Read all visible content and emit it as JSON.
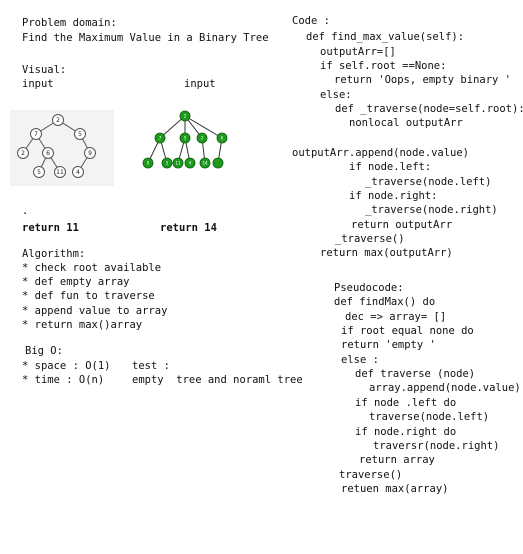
{
  "left": {
    "problem_domain_label": "Problem domain:",
    "problem_title": "Find the Maximum Value in a Binary Tree",
    "visual_label": "Visual:",
    "input_label_1": "input",
    "input_label_2": "input",
    "tree1_nodes": [
      "2",
      "7",
      "5",
      "2",
      "6",
      "9",
      "5",
      "11",
      "4"
    ],
    "tree2_nodes": [
      "2",
      "7",
      "5",
      "2",
      "6",
      "9",
      "5",
      "11",
      "4",
      "14"
    ],
    "dot": ".",
    "return_1": "return 11",
    "return_2": "return 14",
    "algorithm_label": "Algorithm:",
    "algorithm_steps": [
      "* check root available",
      "* def empty array",
      "* def fun to traverse",
      "* append value to array",
      "* return max()array"
    ],
    "bigo_label": "Big O:",
    "space": "* space : O(1)",
    "time": "* time : O(n)",
    "test_label": "test :",
    "test_value": "empty  tree and noraml tree"
  },
  "right": {
    "code_lines": [
      "Code :",
      "def find_max_value(self):",
      "outputArr=[]",
      "if self.root ==None:",
      "return 'Oops, empty binary '",
      "else:",
      "def _traverse(node=self.root):",
      "nonlocal outputArr",
      "outputArr.append(node.value)",
      "if node.left:",
      "_traverse(node.left)",
      "if node.right:",
      "_traverse(node.right)",
      "return outputArr",
      "_traverse()",
      "return max(outputArr)"
    ],
    "pseudo_lines": [
      "Pseudocode:",
      "def findMax() do",
      "dec => array= []",
      "if root equal none do",
      "return 'empty '",
      "else :",
      "def traverse (node)",
      "array.append(node.value)",
      "if node .left do",
      "traverse(node.left)",
      "if node.right do",
      "traversr(node.right)",
      "return array",
      "traverse()",
      "retuen max(array)"
    ]
  },
  "colors": {
    "green_node": "#1e9b1e",
    "green_stroke": "#0d5e0d"
  }
}
